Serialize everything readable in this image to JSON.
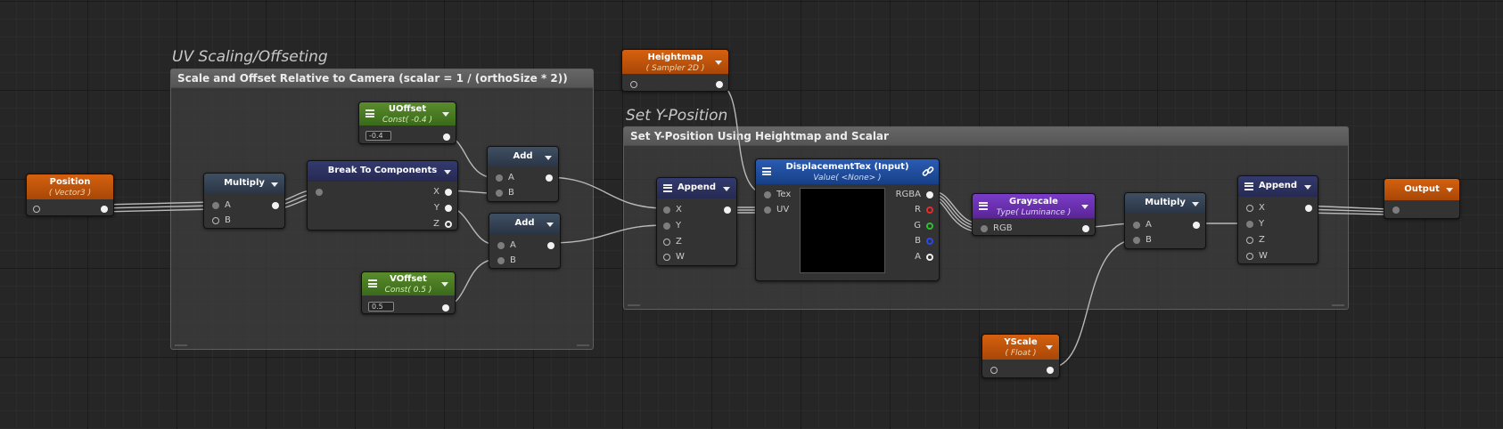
{
  "groups": {
    "uv": {
      "title": "UV Scaling/Offseting",
      "header": "Scale and Offset Relative to Camera (scalar = 1 / (orthoSize * 2))"
    },
    "ypos": {
      "title": "Set Y-Position",
      "header": "Set Y-Position Using Heightmap and Scalar"
    }
  },
  "nodes": {
    "position": {
      "title": "Position",
      "subtitle": "( Vector3 )"
    },
    "multiply1": {
      "title": "Multiply",
      "inputs": [
        "A",
        "B"
      ]
    },
    "break": {
      "title": "Break To Components",
      "outputs": [
        "X",
        "Y",
        "Z"
      ]
    },
    "uoffset": {
      "title": "UOffset",
      "subtitle": "Const( -0.4 )",
      "value": "-0.4"
    },
    "voffset": {
      "title": "VOffset",
      "subtitle": "Const( 0.5 )",
      "value": "0.5"
    },
    "add1": {
      "title": "Add",
      "inputs": [
        "A",
        "B"
      ]
    },
    "add2": {
      "title": "Add",
      "inputs": [
        "A",
        "B"
      ]
    },
    "heightmap": {
      "title": "Heightmap",
      "subtitle": "( Sampler 2D )"
    },
    "append1": {
      "title": "Append",
      "inputs": [
        "X",
        "Y",
        "Z",
        "W"
      ]
    },
    "displacement": {
      "title": "DisplacementTex (Input)",
      "subtitle": "Value( <None> )",
      "inputs": [
        "Tex",
        "UV"
      ],
      "outputs": [
        "RGBA",
        "R",
        "G",
        "B",
        "A"
      ]
    },
    "grayscale": {
      "title": "Grayscale",
      "subtitle": "Type( Luminance )",
      "input": "RGB"
    },
    "multiply2": {
      "title": "Multiply",
      "inputs": [
        "A",
        "B"
      ]
    },
    "append2": {
      "title": "Append",
      "inputs": [
        "X",
        "Y",
        "Z",
        "W"
      ]
    },
    "yscale": {
      "title": "YScale",
      "subtitle": "( Float )"
    },
    "output": {
      "title": "Output"
    }
  },
  "colors": {
    "orange": "#c9580c",
    "green": "#4f7f25",
    "slate": "#36445a",
    "navy": "#2d3263",
    "blue": "#2253a8",
    "purple": "#6c34b4"
  }
}
